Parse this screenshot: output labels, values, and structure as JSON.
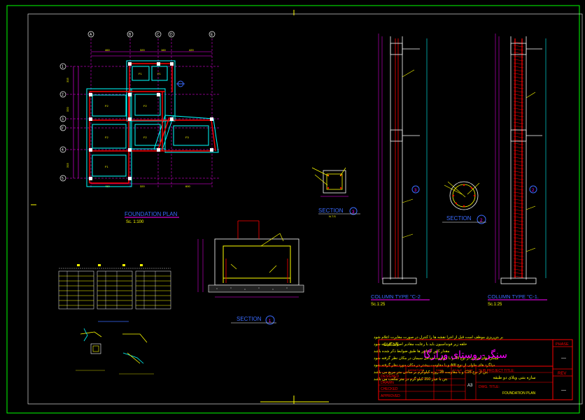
{
  "colors": {
    "background": "#000000",
    "frame": "#00ff00",
    "cyan": "#00ffff",
    "magenta": "#ff00ff",
    "yellow": "#ffff00",
    "red": "#ff0000",
    "white": "#ffffff",
    "blue": "#3a6bff",
    "green": "#00ff00"
  },
  "plan": {
    "title": "FOUNDATION PLAN",
    "scale": "Sc. 1:100",
    "col_bubbles": [
      "A",
      "B",
      "C",
      "D",
      "E"
    ],
    "row_bubbles": [
      "1",
      "2",
      "3",
      "3'",
      "4",
      "5"
    ]
  },
  "section1": {
    "title": "SECTION",
    "number": "1"
  },
  "section2": {
    "title": "SECTION",
    "number": "2"
  },
  "section3": {
    "title": "SECTION",
    "number": "3",
    "sub": "N.T.S"
  },
  "column_c2": {
    "title": "COLUMN TYPE \"C-2",
    "scale": "Sc.1:25",
    "marker": "3"
  },
  "column_c1": {
    "title": "COLUMN TYPE \"C-1.",
    "scale": "Sc.1:25",
    "marker": "2"
  },
  "notes": [
    "بر بتن‌ریزی موظف است قبل از اجرا نقشه ها را کنترل در صورت مغایرت اعلام شود",
    "حلقه زیر فونداسیون باید با رعایت مقادیر اصولی کوبیده شود",
    "مقدار کاور آرماتور ها طبق ضوابط ذکر شده باشد",
    "میلگرد های خرپای از نوع AII و با مقاومت حداقل سیمان در مکان نظر گرفته شود",
    "میلگرد های طولی از نوع AIII و با مقاومت بیشتر در مکان مورد نظر گرفته شود",
    "بتن از نوع C25 و با مقاومت 28 روزه کیلوگرم بر سانتی متر مربع می باشد",
    "بتن با عیار 350 کیلو گرم در متر مکعب می باشد"
  ],
  "title_block": {
    "client_label": "CLIENT:",
    "client_name": "سنگر-روستای ورازگا",
    "phase_label": "PHASE",
    "phase_value": "—",
    "rev_label": "REV",
    "rev_value": "—",
    "headers": [
      "SIGNATURE",
      "DATE",
      "SCALE",
      "SIZE"
    ],
    "roles": [
      "DESIGNED",
      "DRAWN",
      "CHECKED",
      "APPROVED"
    ],
    "size_value": "A3",
    "sub_project_label": "SUB PROJECT TITLE:",
    "sub_project_value": "سازه بتنی ویلای دو طبقه",
    "dwg_title_label": "DWG. TITLE:",
    "dwg_title_value": "FOUNDATION PLAN"
  }
}
